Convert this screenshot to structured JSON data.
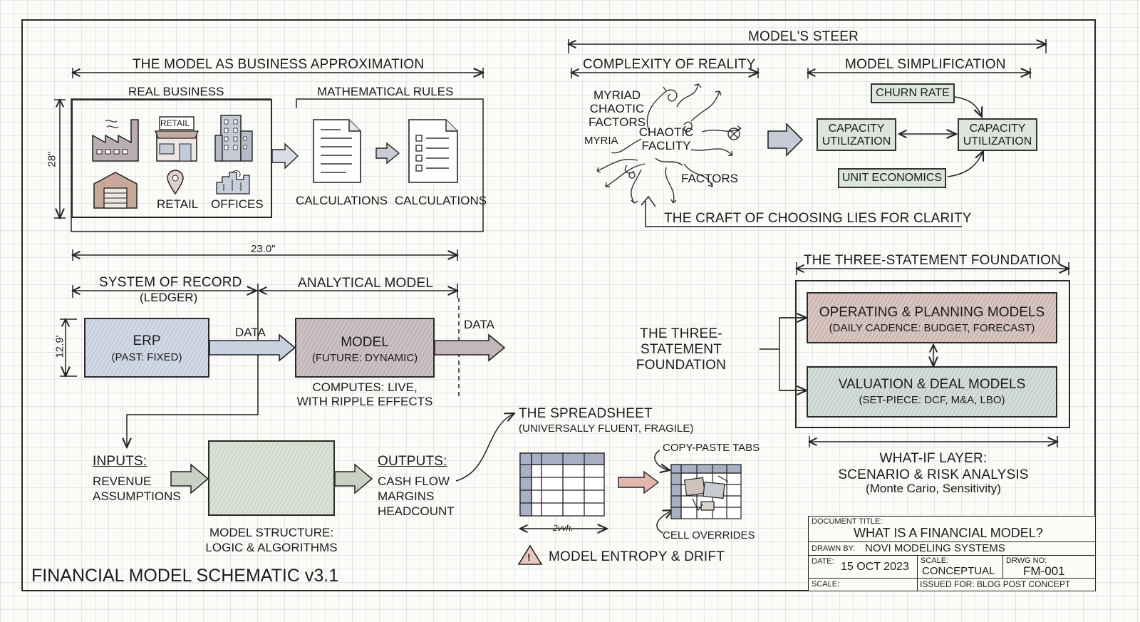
{
  "approx": {
    "title": "THE MODEL AS BUSINESS APPROXIMATION",
    "real_business": "REAL BUSINESS",
    "math_rules": "MATHEMATICAL RULES",
    "retail_sign": "RETAIL",
    "retail": "RETAIL",
    "offices": "OFFICES",
    "calc1": "CALCULATIONS",
    "calc2": "CALCULATIONS",
    "height_dim": "28\"",
    "width_dim": "23.0\""
  },
  "steer": {
    "title": "MODEL'S STEER",
    "complexity": "COMPLEXITY OF REALITY",
    "simplification": "MODEL SIMPLIFICATION",
    "myriad": "MYRIAD\nCHAOTIC\nFACTORS",
    "myria": "MYRIA",
    "chaotic": "CHAOTIC\nFACLITY",
    "factors": "FACTORS",
    "churn": "CHURN RATE",
    "cap1": "CAPACITY\nUTILIZATION",
    "cap2": "CAPACITY\nUTILIZATION",
    "unit": "UNIT ECONOMICS",
    "craft": "THE CRAFT OF CHOOSING LIES FOR CLARITY"
  },
  "flow": {
    "sor": "SYSTEM OF RECORD",
    "ledger": "(LEDGER)",
    "analytical": "ANALYTICAL MODEL",
    "height_dim": "12.9'",
    "erp": "ERP",
    "erp_sub": "(PAST: FIXED)",
    "data1": "DATA",
    "model": "MODEL",
    "model_sub": "(FUTURE: DYNAMIC)",
    "data2": "DATA",
    "computes": "COMPUTES: LIVE,\nWITH RIPPLE EFFECTS"
  },
  "structure": {
    "inputs": "INPUTS:",
    "inputs_text": "REVENUE\nASSUMPTIONS",
    "outputs": "OUTPUTS:",
    "outputs_text": "CASH FLOW\nMARGINS\nHEADCOUNT",
    "caption": "MODEL STRUCTURE:\nLOGIC & ALGORITHMS"
  },
  "spreadsheet": {
    "title": "THE SPREADSHEET",
    "sub": "(UNIVERSALLY FLUENT, FRAGILE)",
    "copy": "COPY-PASTE TABS",
    "overrides": "CELL OVERRIDES",
    "dim": "2vvh.",
    "entropy": "MODEL ENTROPY & DRIFT"
  },
  "three": {
    "title": "THE THREE-STATEMENT FOUNDATION",
    "side_label": "THE THREE-STATEMENT\nFOUNDATION",
    "op_title": "OPERATING & PLANNING MODELS",
    "op_sub": "(DAILY CADENCE: BUDGET, FORECAST)",
    "val_title": "VALUATION & DEAL MODELS",
    "val_sub": "(SET-PIECE: DCF, M&A, LBO)",
    "whatif": "WHAT-IF LAYER:\nSCENARIO & RISK ANALYSIS",
    "whatif_sub": "(Monte Cario, Sensitivity)"
  },
  "title_block": {
    "doc_title_label": "DOCUMENT TITLE:",
    "doc_title": "WHAT IS A FINANCIAL MODEL?",
    "drawn_by": "DRAWN BY:",
    "drawn_by_val": "NOVI MODELING SYSTEMS",
    "date_label": "DATE:",
    "date": "15 OCT 2023",
    "scale_label": "SCALE:",
    "scale": "CONCEPTUAL",
    "drwg_label": "DRWG NO:",
    "drwg": "FM-001",
    "scale_label2": "SCALE:",
    "issued": "ISSUED FOR: BLOG POST CONCEPT"
  },
  "schematic_title": "FINANCIAL MODEL SCHEMATIC v3.1",
  "colors": {
    "ink": "#2a2a2a",
    "erp_fill": "#c9d0e0",
    "model_fill": "#c4b8bb",
    "logic_fill": "#d3dccf",
    "operating_fill": "#cfb9b3",
    "valuation_fill": "#cad5cf",
    "tag_fill": "#dde6dc",
    "warning_fill": "#e8c9c0"
  }
}
